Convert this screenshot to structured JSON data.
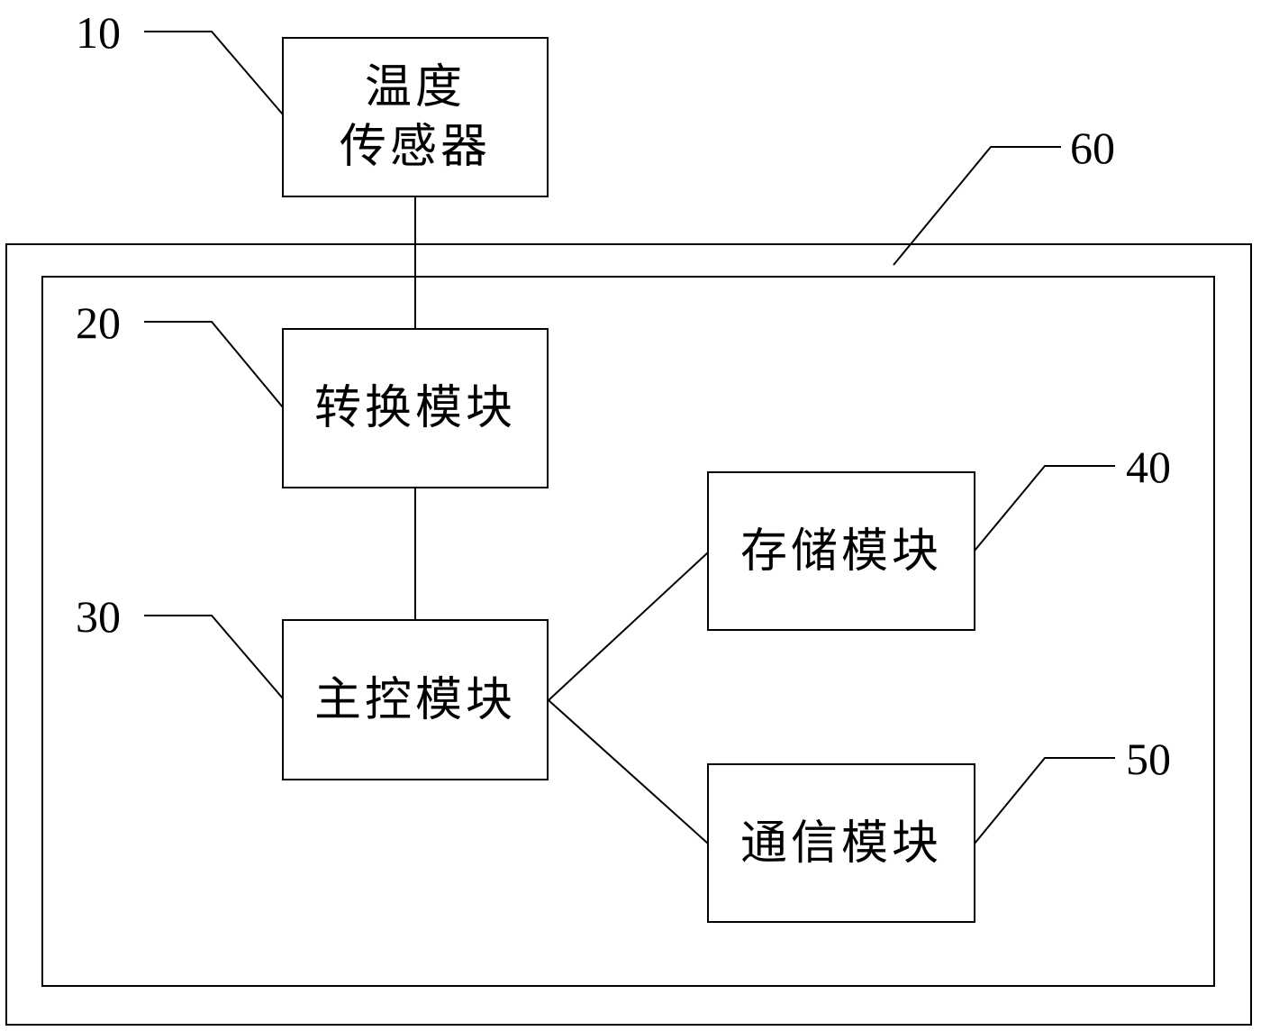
{
  "diagram": {
    "nodes": [
      {
        "id": "temp-sensor",
        "ref": "10",
        "label_lines": [
          "温度",
          "传感器"
        ]
      },
      {
        "id": "conversion-module",
        "ref": "20",
        "label": "转换模块"
      },
      {
        "id": "main-control-module",
        "ref": "30",
        "label": "主控模块"
      },
      {
        "id": "storage-module",
        "ref": "40",
        "label": "存储模块"
      },
      {
        "id": "communication-module",
        "ref": "50",
        "label": "通信模块"
      }
    ],
    "frame": {
      "ref": "60"
    },
    "edges": [
      {
        "from": "temp-sensor",
        "to": "conversion-module"
      },
      {
        "from": "conversion-module",
        "to": "main-control-module"
      },
      {
        "from": "main-control-module",
        "to": "storage-module"
      },
      {
        "from": "main-control-module",
        "to": "communication-module"
      }
    ]
  }
}
